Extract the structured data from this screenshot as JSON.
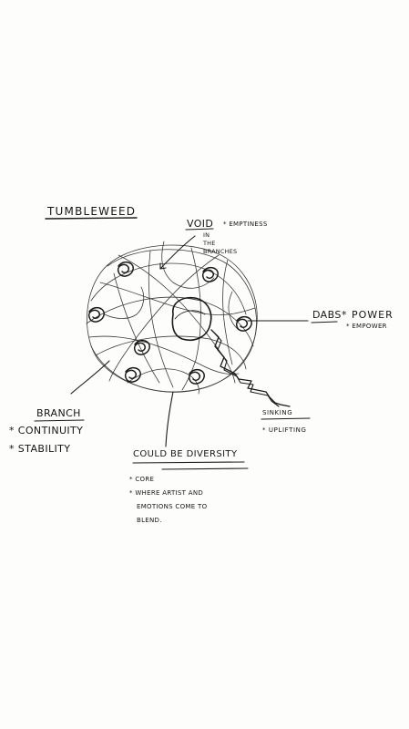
{
  "title": "TUMBLEWEED",
  "labels": {
    "void": "VOID",
    "void_note": "* EMPTINESS",
    "in_the_branches": [
      "IN",
      "THE",
      "BRANCHES"
    ],
    "dabs": "DABS",
    "dabs_notes": [
      "* POWER",
      "* EMPOWER"
    ],
    "sinking": "SINKING",
    "uplifting": "* UPLIFTING",
    "branch": "BRANCH",
    "branch_notes": [
      "* CONTINUITY",
      "* STABILITY"
    ],
    "diversity": "COULD BE DIVERSITY",
    "diversity_notes": [
      "* CORE",
      "* WHERE ARTIST AND",
      "EMOTIONS COME TO",
      "BLEND."
    ]
  }
}
